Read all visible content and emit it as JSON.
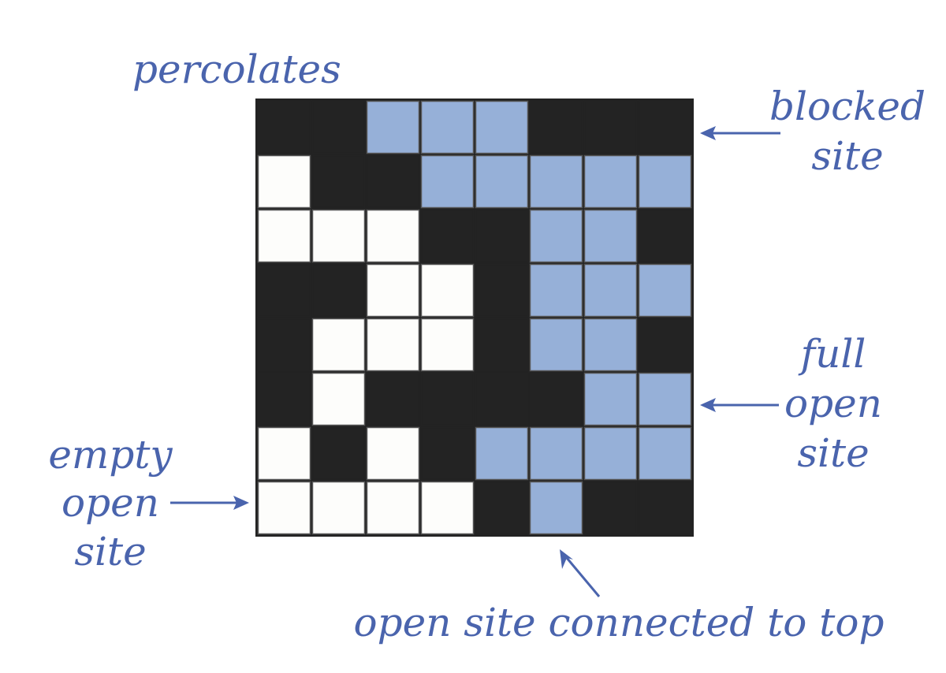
{
  "title": "percolates",
  "labels": {
    "blocked": [
      "blocked",
      "site"
    ],
    "full": [
      "full",
      "open",
      "site"
    ],
    "empty": [
      "empty",
      "open",
      "site"
    ],
    "connected": "open site connected to top"
  },
  "colors": {
    "blocked": "#232323",
    "empty": "#fdfdfb",
    "full": "#96b0d8",
    "label": "#4a64ad",
    "gridline": "#555555"
  },
  "legend": {
    "B": "blocked",
    "E": "empty",
    "F": "full"
  },
  "grid": [
    [
      "B",
      "B",
      "F",
      "F",
      "F",
      "B",
      "B",
      "B"
    ],
    [
      "E",
      "B",
      "B",
      "F",
      "F",
      "F",
      "F",
      "F"
    ],
    [
      "E",
      "E",
      "E",
      "B",
      "B",
      "F",
      "F",
      "B"
    ],
    [
      "B",
      "B",
      "E",
      "E",
      "B",
      "F",
      "F",
      "F"
    ],
    [
      "B",
      "E",
      "E",
      "E",
      "B",
      "F",
      "F",
      "B"
    ],
    [
      "B",
      "E",
      "B",
      "B",
      "B",
      "B",
      "F",
      "F"
    ],
    [
      "E",
      "B",
      "E",
      "B",
      "F",
      "F",
      "F",
      "F"
    ],
    [
      "E",
      "E",
      "E",
      "E",
      "B",
      "F",
      "B",
      "B"
    ]
  ]
}
